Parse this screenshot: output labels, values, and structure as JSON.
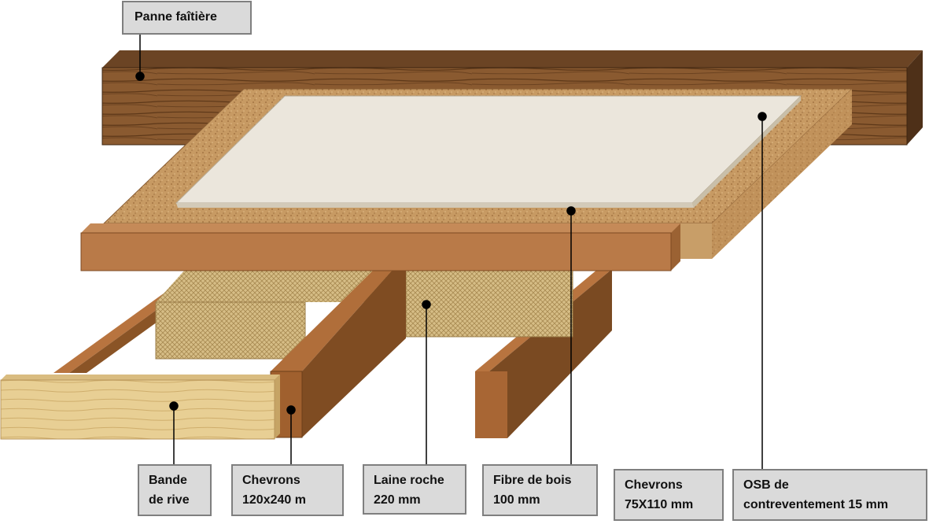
{
  "labels": {
    "panne": "Panne faîtière",
    "bande": [
      "Bande",
      "de rive"
    ],
    "chevrons_big": [
      "Chevrons",
      "120x240 m"
    ],
    "laine": [
      "Laine roche",
      "220 mm"
    ],
    "fibre": [
      "Fibre de bois",
      "100 mm"
    ],
    "chevrons_small": [
      "Chevrons",
      "75X110 mm"
    ],
    "osb": [
      "OSB de",
      "contreventement 15 mm"
    ]
  },
  "colors": {
    "label_background": "#dadada",
    "label_border": "#7f7f7f",
    "leader_line": "#000000",
    "timber": "#a8663a",
    "rafter_dark": "#7a4a22",
    "fibreboard": "#caa16a",
    "osb_board": "#ebe6dc",
    "rock_wool": "#d8c08a",
    "fascia": "#e6cd90"
  }
}
